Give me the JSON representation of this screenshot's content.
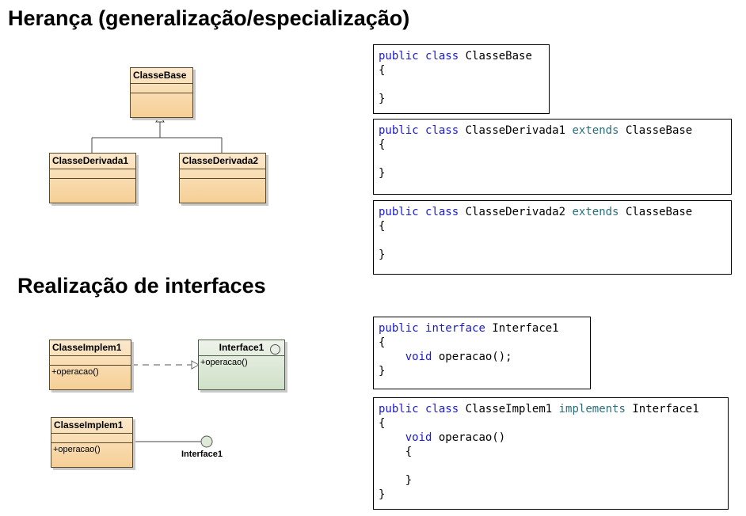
{
  "titles": {
    "heranca": "Herança (generalização/especialização)",
    "realizacao": "Realização de interfaces"
  },
  "diagram": {
    "classe_base": "ClasseBase",
    "classe_derivada1": "ClasseDerivada1",
    "classe_derivada2": "ClasseDerivada2",
    "classe_implem1_a": {
      "name": "ClasseImplem1",
      "op": "+operacao()"
    },
    "interface1_box": {
      "name": "Interface1",
      "op": "+operacao()"
    },
    "classe_implem1_b": {
      "name": "ClasseImplem1",
      "op": "+operacao()"
    },
    "lollipop_label": "Interface1"
  },
  "code": {
    "base": {
      "kw1": "public",
      "kw2": "class",
      "name": "ClasseBase",
      "open": "{",
      "close": "}"
    },
    "derivada1": {
      "kw1": "public",
      "kw2": "class",
      "name": "ClasseDerivada1",
      "ext": "extends",
      "parent": "ClasseBase",
      "open": "{",
      "close": "}"
    },
    "derivada2": {
      "kw1": "public",
      "kw2": "class",
      "name": "ClasseDerivada2",
      "ext": "extends",
      "parent": "ClasseBase",
      "open": "{",
      "close": "}"
    },
    "interface": {
      "kw1": "public",
      "kw2": "interface",
      "name": "Interface1",
      "open": "{",
      "ret": "void",
      "method": "operacao();",
      "close": "}"
    },
    "implem": {
      "kw1": "public",
      "kw2": "class",
      "name": "ClasseImplem1",
      "impl": "implements",
      "iface": "Interface1",
      "open": "{",
      "ret": "void",
      "method": "operacao()",
      "mopen": "{",
      "mclose": "}",
      "close": "}"
    }
  },
  "colors": {
    "class_fill": "#f6cf96",
    "interface_fill": "#cfe0c8",
    "keyword": "#1a1ad0",
    "keyword_extends": "#2b6f7a"
  }
}
